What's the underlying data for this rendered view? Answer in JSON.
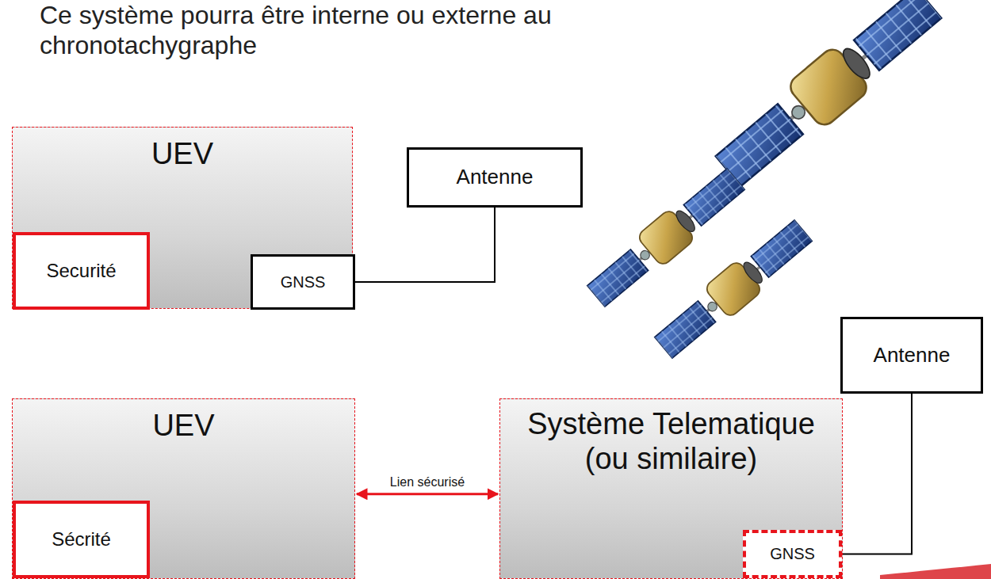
{
  "diagram": {
    "title": "Ce système pourra être interne ou externe au chronotachygraphe",
    "nodes": [
      {
        "text": [
          "UEV"
        ]
      },
      {
        "text": [
          "Securité"
        ],
        "in": 0
      },
      {
        "text": [
          "GNSS"
        ],
        "in": 0
      },
      {
        "text": [
          "Antenne"
        ]
      },
      {
        "text": [
          "UEV"
        ]
      },
      {
        "text": [
          "Sécrité"
        ],
        "in": 4
      },
      {
        "text": [
          "Système Telematique (ou similaire)"
        ]
      },
      {
        "text": [
          "GNSS"
        ],
        "in": 6
      },
      {
        "text": [
          "Antenne"
        ]
      }
    ],
    "edges": [
      {
        "from": 2,
        "to": 3,
        "arrow": "none"
      },
      {
        "from": 4,
        "to": 6,
        "label": "Lien sécurisé",
        "arrow": "both"
      },
      {
        "from": 7,
        "to": 8,
        "arrow": "none"
      }
    ]
  }
}
